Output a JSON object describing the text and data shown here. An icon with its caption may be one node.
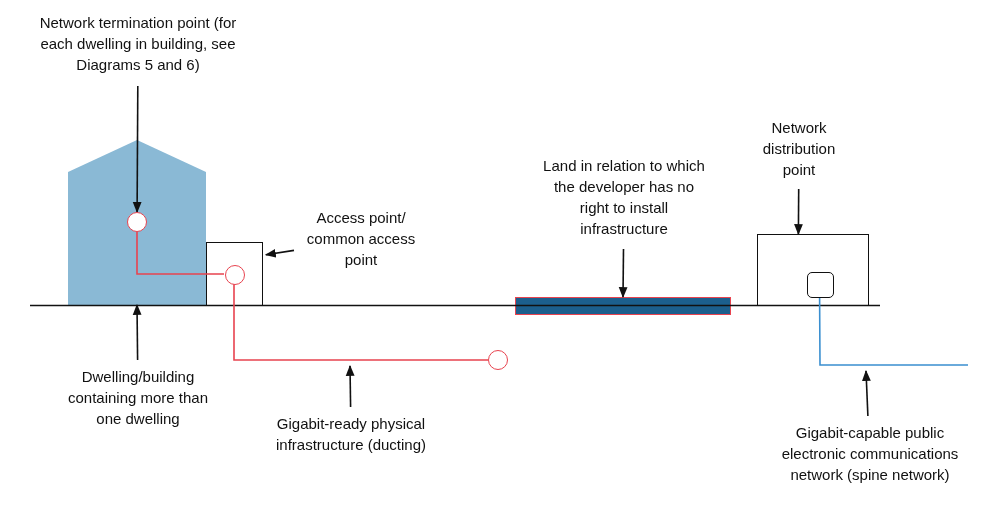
{
  "diagram": {
    "nodes": [
      {
        "text": [
          "Network termination point (for each dwelling in building, see Diagrams 5 and 6)"
        ]
      },
      {
        "text": [],
        "shape": "circle",
        "in": 2
      },
      {
        "text": [],
        "shape": "house"
      },
      {
        "text": [
          "Dwelling/building containing more than one dwelling"
        ]
      },
      {
        "text": [
          "Access point/ common access point"
        ]
      },
      {
        "text": [],
        "shape": "box"
      },
      {
        "text": [],
        "shape": "circle",
        "in": 5
      },
      {
        "text": [],
        "shape": "circle"
      },
      {
        "text": [
          "Gigabit-ready physical infrastructure (ducting)"
        ]
      },
      {
        "text": [
          "Land in relation to which the developer has no right to install infrastructure"
        ]
      },
      {
        "text": [],
        "shape": "bar"
      },
      {
        "text": [
          "Network distribution point"
        ]
      },
      {
        "text": [],
        "shape": "box"
      },
      {
        "text": [],
        "shape": "box",
        "in": 12
      },
      {
        "text": [
          "Gigabit-capable public electronic communications network (spine network)"
        ]
      }
    ],
    "edges": [
      {
        "from": 0,
        "to": 1,
        "arrow": "to"
      },
      {
        "from": 1,
        "to": 6,
        "arrow": "none",
        "color": "#e8434f"
      },
      {
        "from": 6,
        "to": 7,
        "arrow": "none",
        "color": "#e8434f"
      },
      {
        "from": 3,
        "to": 2,
        "arrow": "to"
      },
      {
        "from": 4,
        "to": 5,
        "arrow": "to"
      },
      {
        "from": 8,
        "to": null,
        "arrow": "to"
      },
      {
        "from": 9,
        "to": 10,
        "arrow": "to"
      },
      {
        "from": 11,
        "to": 12,
        "arrow": "to"
      },
      {
        "from": 13,
        "to": null,
        "arrow": "none",
        "color": "#3a8fd0"
      },
      {
        "from": 14,
        "to": null,
        "arrow": "to"
      }
    ]
  }
}
